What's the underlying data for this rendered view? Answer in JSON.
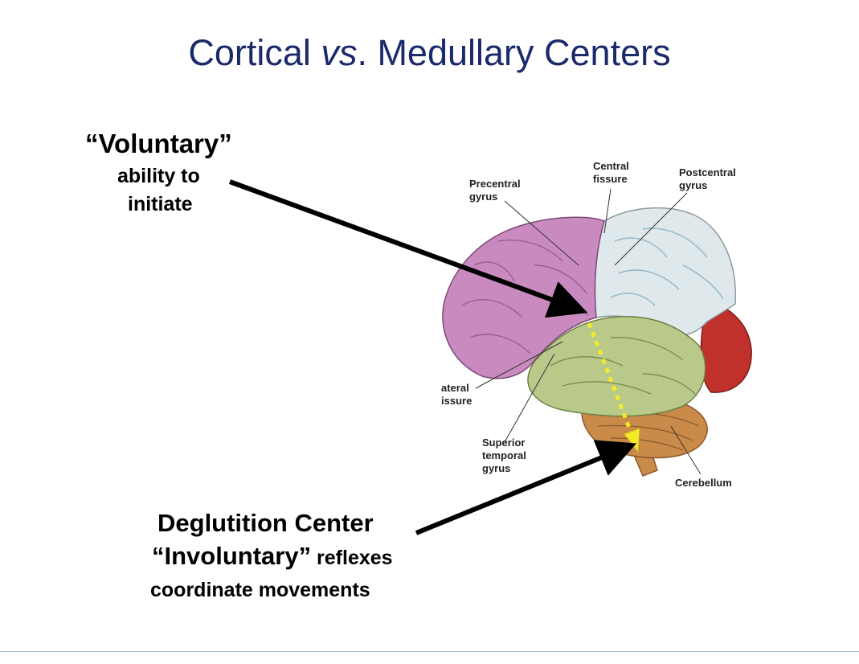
{
  "slide": {
    "title_pre": "Cortical ",
    "title_italic": "vs",
    "title_post": ". Medullary Centers"
  },
  "voluntary": {
    "heading": "“Voluntary”",
    "line1": "ability to",
    "line2": "initiate"
  },
  "involuntary": {
    "heading": "Deglutition Center",
    "line2_bold": "“Involuntary”",
    "line2_rest": " reflexes",
    "line3": "coordinate movements"
  },
  "brain_labels": {
    "precentral_1": "Precentral",
    "precentral_2": "gyrus",
    "central_1": "Central",
    "central_2": "fissure",
    "postcentral_1": "Postcentral",
    "postcentral_2": "gyrus",
    "lateral_1": "ateral",
    "lateral_2": "issure",
    "superior_1": "Superior",
    "superior_2": "temporal",
    "superior_3": "gyrus",
    "cerebellum": "Cerebellum"
  },
  "colors": {
    "title": "#1b2a6b",
    "frontal_lobe": "#c98bbf",
    "parietal_lobe": "#dfe8ea",
    "temporal_lobe": "#b8c98a",
    "occipital_lobe": "#c0312b",
    "cerebellum": "#c98a4a",
    "pathway_arrow": "#f5ea2a"
  }
}
